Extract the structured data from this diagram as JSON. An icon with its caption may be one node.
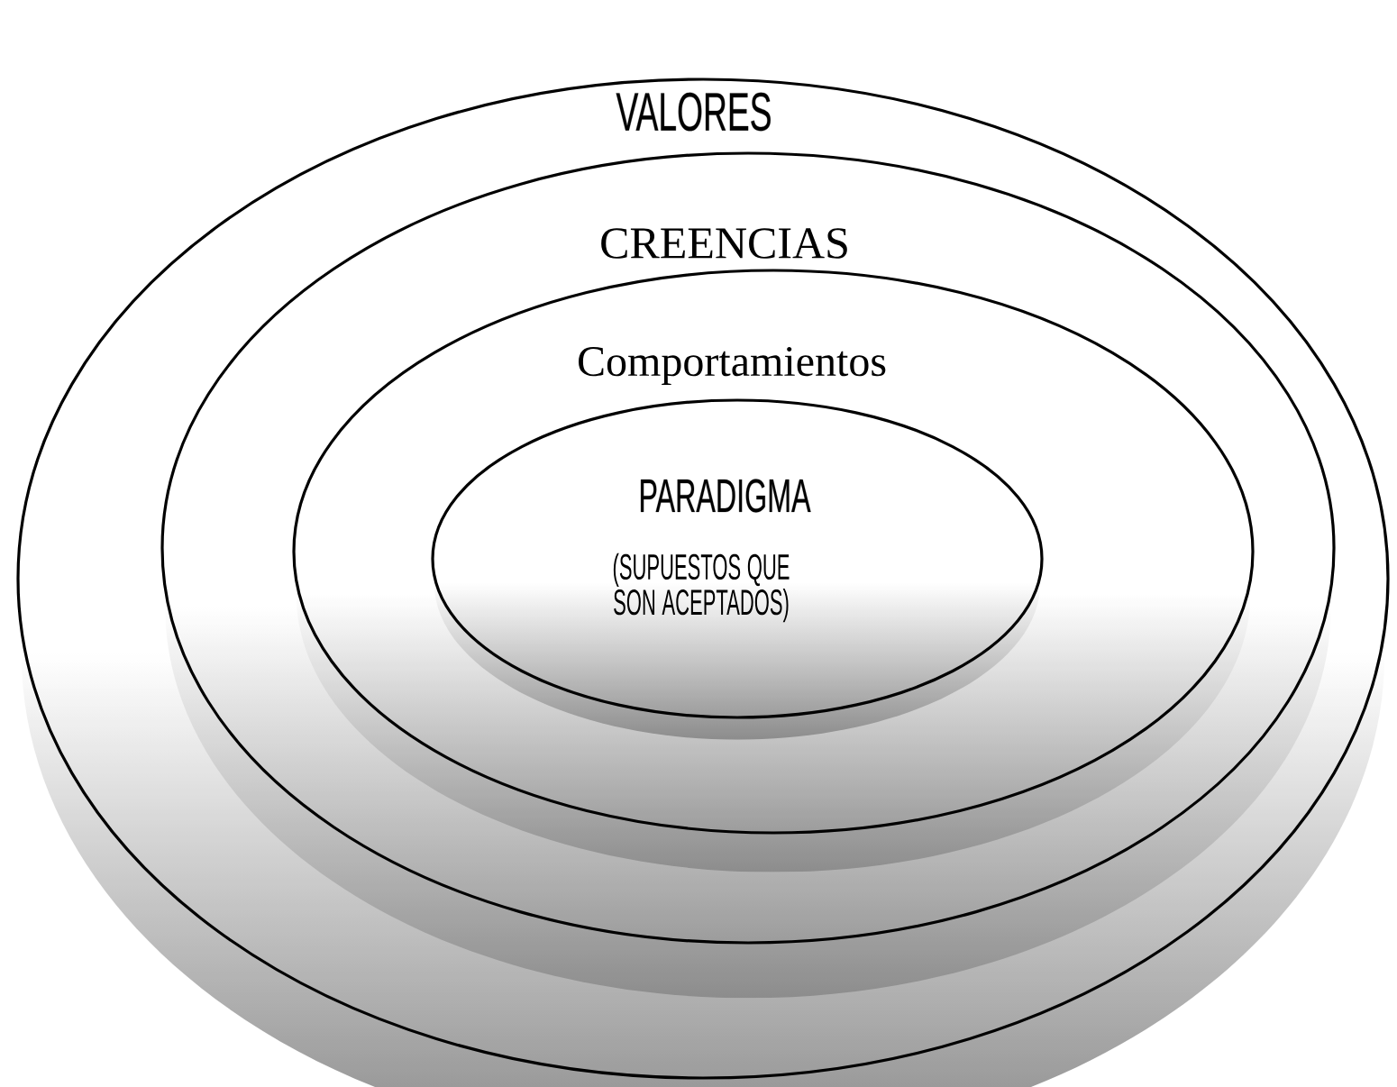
{
  "diagram": {
    "nodes": [
      {
        "text": [
          "VALORES"
        ]
      },
      {
        "text": [
          "CREENCIAS"
        ],
        "in": 0
      },
      {
        "text": [
          "Comportamientos"
        ],
        "in": 1
      },
      {
        "text": [
          "PARADIGMA",
          "(SUPUESTOS QUE SON ACEPTADOS)"
        ],
        "in": 2
      }
    ]
  }
}
